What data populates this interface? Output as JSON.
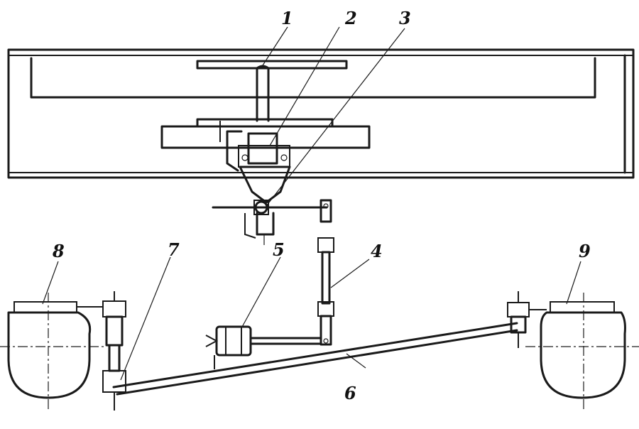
{
  "diagram": {
    "callouts": [
      {
        "id": "1",
        "text": "1"
      },
      {
        "id": "2",
        "text": "2"
      },
      {
        "id": "3",
        "text": "3"
      },
      {
        "id": "4",
        "text": "4"
      },
      {
        "id": "5",
        "text": "5"
      },
      {
        "id": "6",
        "text": "6"
      },
      {
        "id": "7",
        "text": "7"
      },
      {
        "id": "8",
        "text": "8"
      },
      {
        "id": "9",
        "text": "9"
      }
    ]
  },
  "colors": {
    "ink": "#1a1a1a",
    "paper": "#ffffff"
  }
}
